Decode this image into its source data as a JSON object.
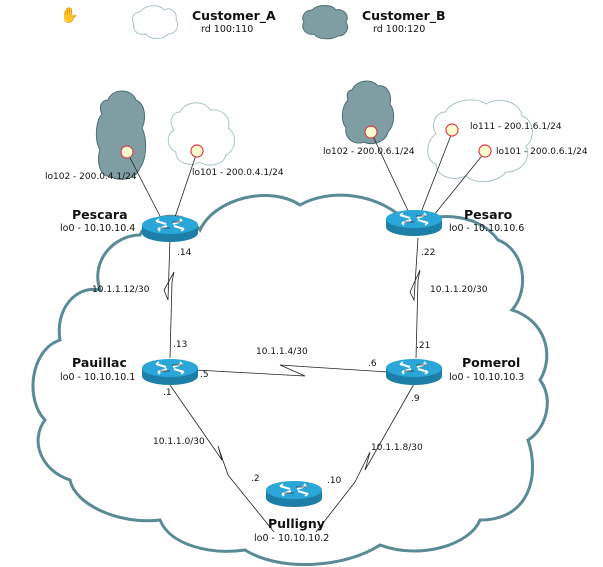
{
  "legend": {
    "hand_icon": "hand-cursor-icon",
    "customers": [
      {
        "name": "Customer_A",
        "rd": "rd 100:110",
        "cloud_style": "white",
        "color": "#ffffff"
      },
      {
        "name": "Customer_B",
        "rd": "rd 100:120",
        "cloud_style": "filled",
        "color": "#7f9ea3"
      }
    ]
  },
  "colors": {
    "core_cloud_stroke": "#5a8a96",
    "vrf_b_fill": "#7f9ea3",
    "vrf_a_stroke": "#a9c4c8",
    "router_top": "#2aa6d8",
    "router_side": "#1d7fa8",
    "loopback_fill": "#ffffd0",
    "loopback_stroke": "#e0394a"
  },
  "routers": [
    {
      "id": "pescara",
      "name": "Pescara",
      "lo0": "lo0 - 10.10.10.4"
    },
    {
      "id": "pesaro",
      "name": "Pesaro",
      "lo0": "lo0 - 10.10.10.6"
    },
    {
      "id": "pauillac",
      "name": "Pauillac",
      "lo0": "lo0 - 10.10.10.1"
    },
    {
      "id": "pomerol",
      "name": "Pomerol",
      "lo0": "lo0 - 10.10.10.3"
    },
    {
      "id": "pulligny",
      "name": "Pulligny",
      "lo0": "lo0 - 10.10.10.2"
    }
  ],
  "links": [
    {
      "id": "pescara-pauillac",
      "subnet": "10.1.1.12/30",
      "a_ip": ".14",
      "b_ip": ".13"
    },
    {
      "id": "pesaro-pomerol",
      "subnet": "10.1.1.20/30",
      "a_ip": ".22",
      "b_ip": ".21"
    },
    {
      "id": "pauillac-pomerol",
      "subnet": "10.1.1.4/30",
      "a_ip": ".5",
      "b_ip": ".6"
    },
    {
      "id": "pauillac-pulligny",
      "subnet": "10.1.1.0/30",
      "a_ip": ".1",
      "b_ip": ".2"
    },
    {
      "id": "pomerol-pulligny",
      "subnet": "10.1.1.8/30",
      "a_ip": ".9",
      "b_ip": ".10"
    }
  ],
  "loopbacks": [
    {
      "router": "pescara",
      "label": "lo102 - 200.0.4.1/24",
      "vrf": "Customer_B"
    },
    {
      "router": "pescara",
      "label": "lo101 - 200.0.4.1/24",
      "vrf": "Customer_A"
    },
    {
      "router": "pesaro",
      "label": "lo102 - 200.0.6.1/24",
      "vrf": "Customer_B"
    },
    {
      "router": "pesaro",
      "label": "lo111 - 200.1.6.1/24",
      "vrf": "Customer_A"
    },
    {
      "router": "pesaro",
      "label": "lo101 - 200.0.6.1/24",
      "vrf": "Customer_A"
    }
  ]
}
